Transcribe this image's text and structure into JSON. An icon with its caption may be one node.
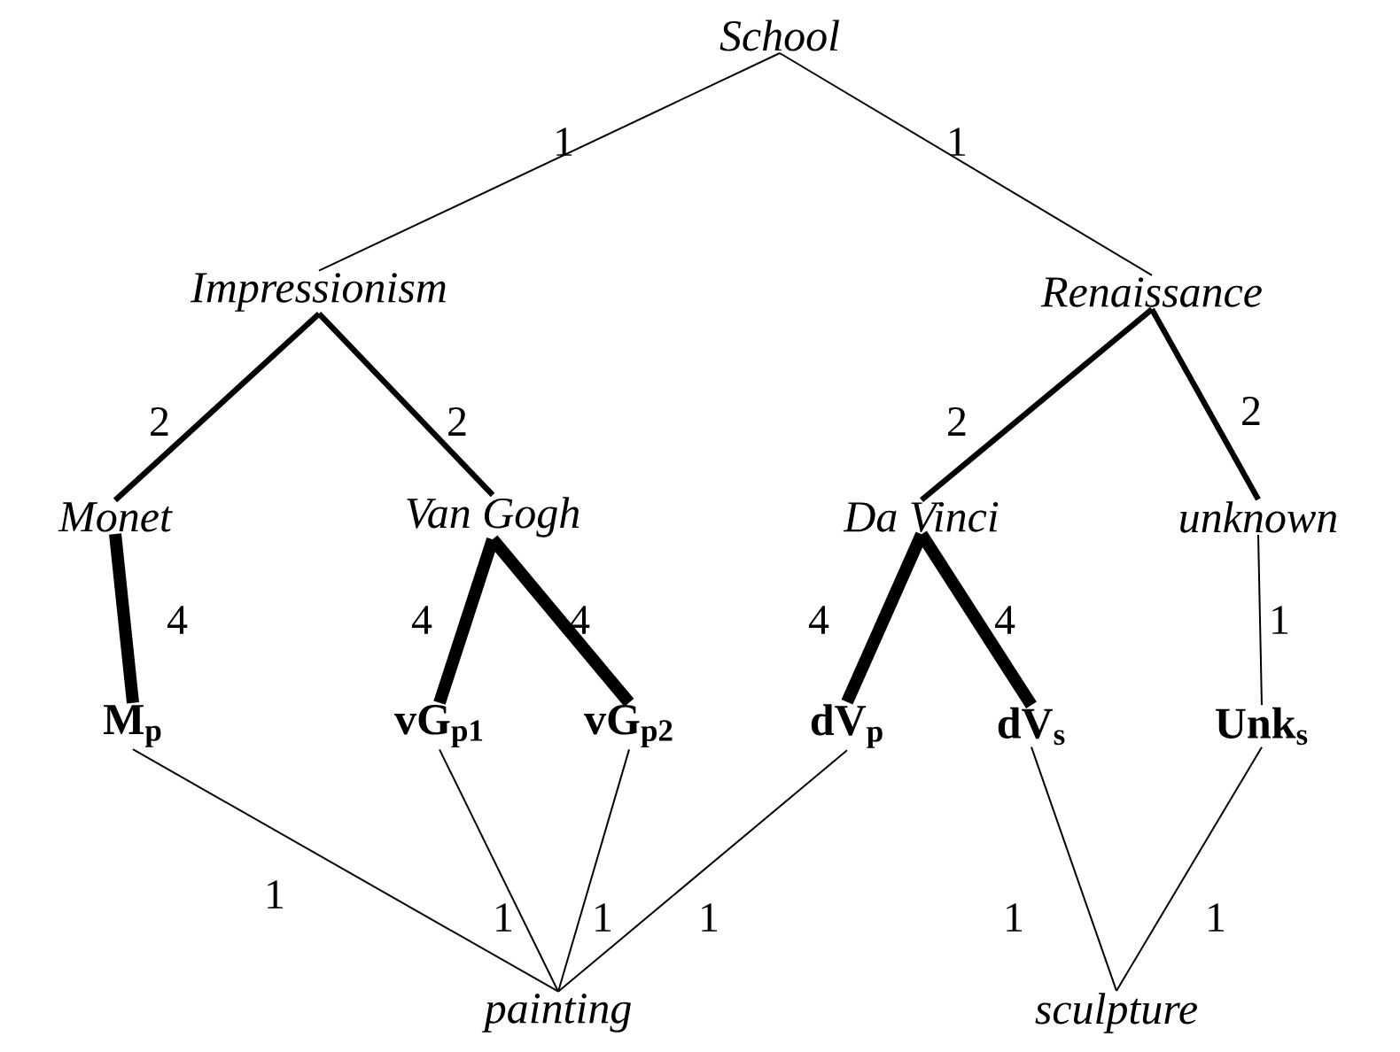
{
  "diagram": {
    "nodes": [
      {
        "text": [
          "School"
        ]
      },
      {
        "text": [
          "Impressionism"
        ]
      },
      {
        "text": [
          "Renaissance"
        ]
      },
      {
        "text": [
          "Monet"
        ]
      },
      {
        "text": [
          "Van Gogh"
        ]
      },
      {
        "text": [
          "Da Vinci"
        ]
      },
      {
        "text": [
          "unknown"
        ]
      },
      {
        "text": [
          "M$_{p}$"
        ]
      },
      {
        "text": [
          "vG$_{p1}$"
        ]
      },
      {
        "text": [
          "vG$_{p2}$"
        ]
      },
      {
        "text": [
          "dV$_{p}$"
        ]
      },
      {
        "text": [
          "dV$_{s}$"
        ]
      },
      {
        "text": [
          "Unk$_{s}$"
        ]
      },
      {
        "text": [
          "painting"
        ]
      },
      {
        "text": [
          "sculpture"
        ]
      }
    ],
    "edges": [
      {
        "from": 0,
        "to": 1,
        "arrow": "none",
        "label": "1"
      },
      {
        "from": 0,
        "to": 2,
        "arrow": "none",
        "label": "1"
      },
      {
        "from": 1,
        "to": 3,
        "arrow": "none",
        "label": "2",
        "style": "thick"
      },
      {
        "from": 1,
        "to": 4,
        "arrow": "none",
        "label": "2",
        "style": "thick"
      },
      {
        "from": 2,
        "to": 5,
        "arrow": "none",
        "label": "2",
        "style": "thick"
      },
      {
        "from": 2,
        "to": 6,
        "arrow": "none",
        "label": "2",
        "style": "thick"
      },
      {
        "from": 3,
        "to": 7,
        "arrow": "none",
        "label": "4",
        "style": "thick"
      },
      {
        "from": 4,
        "to": 8,
        "arrow": "none",
        "label": "4",
        "style": "thick"
      },
      {
        "from": 4,
        "to": 9,
        "arrow": "none",
        "label": "4",
        "style": "thick"
      },
      {
        "from": 5,
        "to": 10,
        "arrow": "none",
        "label": "4",
        "style": "thick"
      },
      {
        "from": 5,
        "to": 11,
        "arrow": "none",
        "label": "4",
        "style": "thick"
      },
      {
        "from": 6,
        "to": 12,
        "arrow": "none",
        "label": "1"
      },
      {
        "from": 7,
        "to": 13,
        "arrow": "none",
        "label": "1"
      },
      {
        "from": 8,
        "to": 13,
        "arrow": "none",
        "label": "1"
      },
      {
        "from": 9,
        "to": 13,
        "arrow": "none",
        "label": "1"
      },
      {
        "from": 10,
        "to": 13,
        "arrow": "none",
        "label": "1"
      },
      {
        "from": 11,
        "to": 14,
        "arrow": "none",
        "label": "1"
      },
      {
        "from": 12,
        "to": 14,
        "arrow": "none",
        "label": "1"
      }
    ]
  }
}
